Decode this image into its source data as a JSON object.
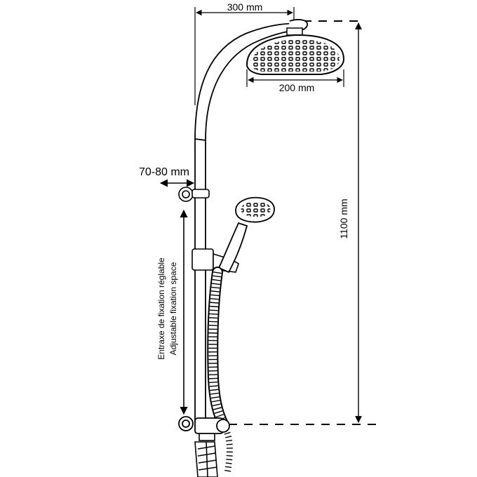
{
  "dimensions": {
    "arm_length": "300 mm",
    "head_diameter": "200 mm",
    "total_height": "1100 mm",
    "wall_offset": "70-80 mm"
  },
  "fixation_labels": {
    "french": "Entraxe de fixation réglable",
    "english": "Adjustable fixation space"
  },
  "colors": {
    "line": "#000000",
    "background": "#ffffff"
  }
}
